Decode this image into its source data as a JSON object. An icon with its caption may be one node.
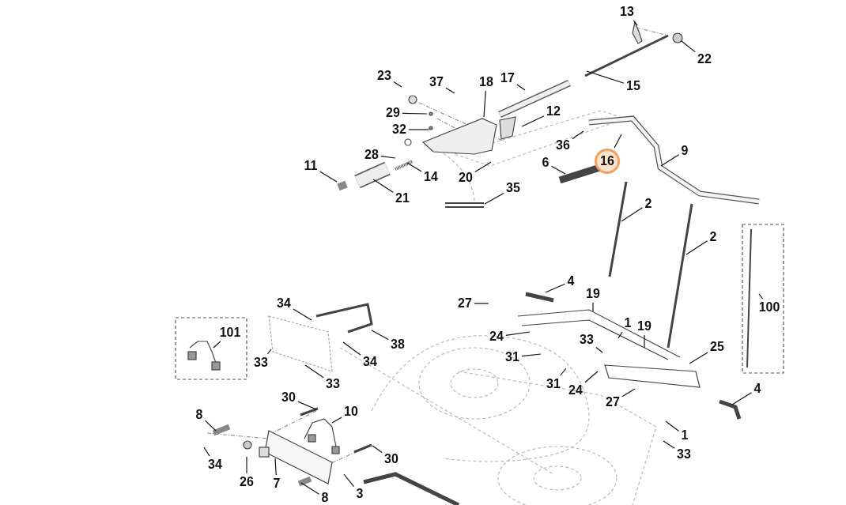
{
  "diagram": {
    "nodes": [
      {
        "text": [
          "13"
        ]
      },
      {
        "text": [
          "22"
        ]
      },
      {
        "text": [
          "15"
        ]
      },
      {
        "text": [
          "17"
        ]
      },
      {
        "text": [
          "23"
        ]
      },
      {
        "text": [
          "37"
        ]
      },
      {
        "text": [
          "18"
        ]
      },
      {
        "text": [
          "12"
        ]
      },
      {
        "text": [
          "29"
        ]
      },
      {
        "text": [
          "32"
        ]
      },
      {
        "text": [
          "28"
        ]
      },
      {
        "text": [
          "36"
        ]
      },
      {
        "text": [
          "16"
        ]
      },
      {
        "text": [
          "9"
        ]
      },
      {
        "text": [
          "6"
        ]
      },
      {
        "text": [
          "11"
        ]
      },
      {
        "text": [
          "14"
        ]
      },
      {
        "text": [
          "20"
        ]
      },
      {
        "text": [
          "35"
        ]
      },
      {
        "text": [
          "21"
        ]
      },
      {
        "text": [
          "2"
        ]
      },
      {
        "text": [
          "2"
        ]
      },
      {
        "text": [
          "4"
        ]
      },
      {
        "text": [
          "27"
        ]
      },
      {
        "text": [
          "19"
        ]
      },
      {
        "text": [
          "1"
        ]
      },
      {
        "text": [
          "19"
        ]
      },
      {
        "text": [
          "100"
        ]
      },
      {
        "text": [
          "34"
        ]
      },
      {
        "text": [
          "101"
        ]
      },
      {
        "text": [
          "24"
        ]
      },
      {
        "text": [
          "31"
        ]
      },
      {
        "text": [
          "33"
        ]
      },
      {
        "text": [
          "25"
        ]
      },
      {
        "text": [
          "38"
        ]
      },
      {
        "text": [
          "33"
        ]
      },
      {
        "text": [
          "34"
        ]
      },
      {
        "text": [
          "31"
        ]
      },
      {
        "text": [
          "24"
        ]
      },
      {
        "text": [
          "33"
        ]
      },
      {
        "text": [
          "4"
        ]
      },
      {
        "text": [
          "27"
        ]
      },
      {
        "text": [
          "30"
        ]
      },
      {
        "text": [
          "10"
        ]
      },
      {
        "text": [
          "8"
        ]
      },
      {
        "text": [
          "1"
        ]
      },
      {
        "text": [
          "34"
        ]
      },
      {
        "text": [
          "30"
        ]
      },
      {
        "text": [
          "33"
        ]
      },
      {
        "text": [
          "26"
        ]
      },
      {
        "text": [
          "7"
        ]
      },
      {
        "text": [
          "3"
        ]
      },
      {
        "text": [
          "8"
        ]
      }
    ],
    "edges": [
      {
        "from": 0,
        "to": null,
        "arrow": "none"
      },
      {
        "from": 1,
        "to": null,
        "arrow": "none"
      },
      {
        "from": 2,
        "to": null,
        "arrow": "none"
      },
      {
        "from": 3,
        "to": null,
        "arrow": "none"
      },
      {
        "from": 4,
        "to": null,
        "arrow": "none"
      },
      {
        "from": 5,
        "to": null,
        "arrow": "none"
      },
      {
        "from": 6,
        "to": null,
        "arrow": "none"
      },
      {
        "from": 7,
        "to": null,
        "arrow": "none"
      },
      {
        "from": 8,
        "to": null,
        "arrow": "none"
      },
      {
        "from": 9,
        "to": null,
        "arrow": "none"
      },
      {
        "from": 10,
        "to": null,
        "arrow": "none"
      },
      {
        "from": 11,
        "to": null,
        "arrow": "none"
      },
      {
        "from": 12,
        "to": null,
        "arrow": "none"
      },
      {
        "from": 13,
        "to": null,
        "arrow": "none"
      },
      {
        "from": 14,
        "to": null,
        "arrow": "none"
      },
      {
        "from": 15,
        "to": null,
        "arrow": "none"
      },
      {
        "from": 16,
        "to": null,
        "arrow": "none"
      },
      {
        "from": 17,
        "to": null,
        "arrow": "none"
      },
      {
        "from": 18,
        "to": null,
        "arrow": "none"
      },
      {
        "from": 19,
        "to": null,
        "arrow": "none"
      },
      {
        "from": 20,
        "to": null,
        "arrow": "none"
      },
      {
        "from": 21,
        "to": null,
        "arrow": "none"
      },
      {
        "from": 22,
        "to": null,
        "arrow": "none"
      },
      {
        "from": 23,
        "to": null,
        "arrow": "none"
      },
      {
        "from": 24,
        "to": null,
        "arrow": "none"
      },
      {
        "from": 25,
        "to": null,
        "arrow": "none"
      },
      {
        "from": 26,
        "to": null,
        "arrow": "none"
      },
      {
        "from": 27,
        "to": null,
        "arrow": "none"
      },
      {
        "from": 28,
        "to": null,
        "arrow": "none"
      },
      {
        "from": 29,
        "to": null,
        "arrow": "none"
      },
      {
        "from": 30,
        "to": null,
        "arrow": "none"
      },
      {
        "from": 31,
        "to": null,
        "arrow": "none"
      },
      {
        "from": 32,
        "to": null,
        "arrow": "none"
      },
      {
        "from": 33,
        "to": null,
        "arrow": "none"
      },
      {
        "from": 34,
        "to": null,
        "arrow": "none"
      },
      {
        "from": 35,
        "to": null,
        "arrow": "none"
      },
      {
        "from": 36,
        "to": null,
        "arrow": "none"
      },
      {
        "from": 37,
        "to": null,
        "arrow": "none"
      },
      {
        "from": 38,
        "to": null,
        "arrow": "none"
      },
      {
        "from": 39,
        "to": null,
        "arrow": "none"
      },
      {
        "from": 40,
        "to": null,
        "arrow": "none"
      },
      {
        "from": 41,
        "to": null,
        "arrow": "none"
      },
      {
        "from": 42,
        "to": null,
        "arrow": "none"
      },
      {
        "from": 43,
        "to": null,
        "arrow": "none"
      },
      {
        "from": 44,
        "to": null,
        "arrow": "none"
      },
      {
        "from": 45,
        "to": null,
        "arrow": "none"
      },
      {
        "from": 46,
        "to": null,
        "arrow": "none"
      },
      {
        "from": 47,
        "to": null,
        "arrow": "none"
      },
      {
        "from": 48,
        "to": null,
        "arrow": "none"
      },
      {
        "from": 49,
        "to": null,
        "arrow": "none"
      },
      {
        "from": 50,
        "to": null,
        "arrow": "none"
      },
      {
        "from": 51,
        "to": null,
        "arrow": "none"
      },
      {
        "from": 52,
        "to": null,
        "arrow": "none"
      }
    ]
  }
}
